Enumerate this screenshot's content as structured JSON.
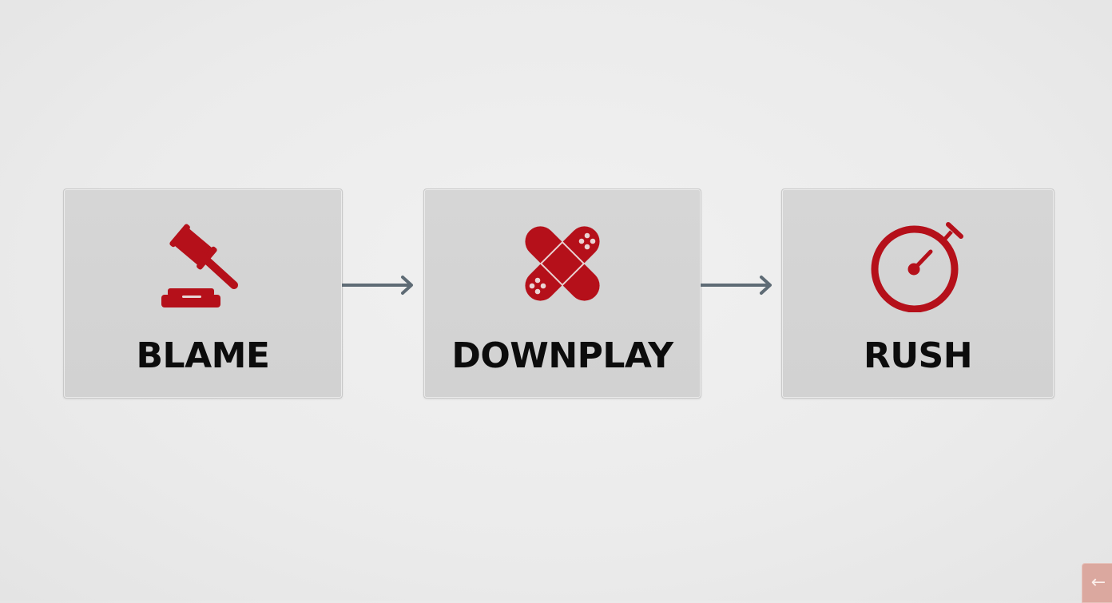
{
  "colors": {
    "background": "#ececec",
    "card": "#d4d4d4",
    "icon_red": "#b5101a",
    "arrow": "#5e6b75",
    "label": "#0c0c0c",
    "back_button": "#dba89f"
  },
  "steps": [
    {
      "label": "BLAME",
      "icon": "gavel-icon"
    },
    {
      "label": "DOWNPLAY",
      "icon": "crossed-bandages-icon"
    },
    {
      "label": "RUSH",
      "icon": "stopwatch-icon"
    }
  ],
  "connectors": [
    {
      "from": "BLAME",
      "to": "DOWNPLAY",
      "icon": "arrow-right-icon"
    },
    {
      "from": "DOWNPLAY",
      "to": "RUSH",
      "icon": "arrow-right-icon"
    }
  ],
  "back_button": {
    "icon": "arrow-left-icon",
    "glyph": "←"
  }
}
